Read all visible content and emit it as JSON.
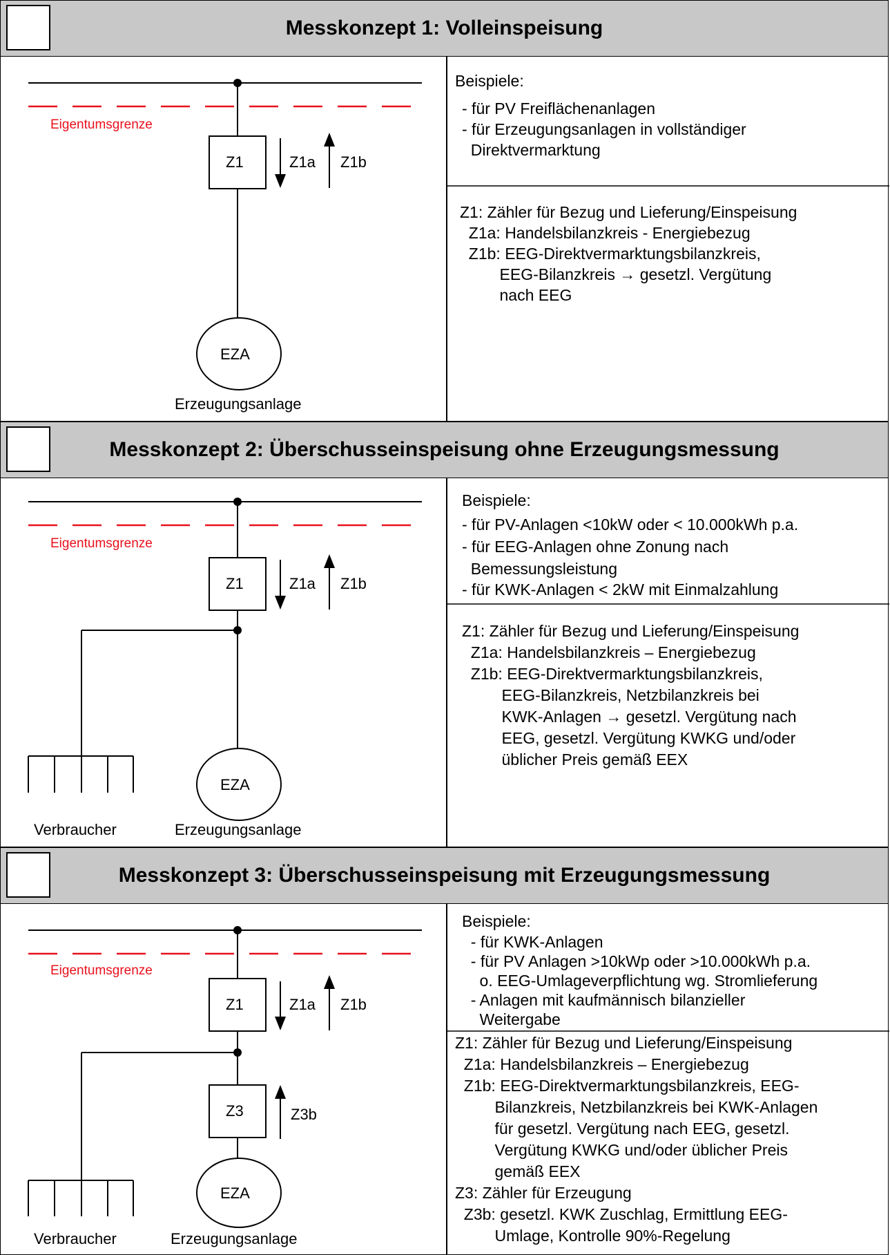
{
  "sections": [
    {
      "title": "Messkonzept 1: Volleinspeisung",
      "eigentumsgrenze": "Eigentumsgrenze",
      "meter": "Z1",
      "arrow_down": "Z1a",
      "arrow_up": "Z1b",
      "ezb": "EZA",
      "ezb_label": "Erzeugungsanlage",
      "examples_heading": "Beispiele:",
      "examples": [
        "- für PV Freiflächenanlagen",
        "- für Erzeugungsanlagen in vollständiger",
        "  Direktvermarktung"
      ],
      "legend": [
        "Z1: Zähler für Bezug und Lieferung/Einspeisung",
        "  Z1a: Handelsbilanzkreis - Energiebezug",
        "  Z1b: EEG-Direktvermarktungsbilanzkreis,",
        "         EEG-Bilanzkreis → gesetzl. Vergütung",
        "         nach EEG"
      ]
    },
    {
      "title": "Messkonzept 2: Überschusseinspeisung ohne Erzeugungsmessung",
      "eigentumsgrenze": "Eigentumsgrenze",
      "meter": "Z1",
      "arrow_down": "Z1a",
      "arrow_up": "Z1b",
      "ezb": "EZA",
      "ezb_label": "Erzeugungsanlage",
      "consumer_label": "Verbraucher",
      "examples_heading": "Beispiele:",
      "examples": [
        "- für PV-Anlagen <10kW oder < 10.000kWh p.a.",
        "- für EEG-Anlagen ohne Zonung nach",
        "  Bemessungsleistung",
        "- für KWK-Anlagen < 2kW mit Einmalzahlung"
      ],
      "legend": [
        "Z1: Zähler für Bezug und Lieferung/Einspeisung",
        "  Z1a: Handelsbilanzkreis – Energiebezug",
        "  Z1b: EEG-Direktvermarktungsbilanzkreis,",
        "         EEG-Bilanzkreis, Netzbilanzkreis bei",
        "         KWK-Anlagen → gesetzl. Vergütung nach",
        "         EEG, gesetzl. Vergütung KWKG und/oder",
        "         üblicher Preis gemäß EEX"
      ]
    },
    {
      "title": "Messkonzept 3: Überschusseinspeisung mit Erzeugungsmessung",
      "eigentumsgrenze": "Eigentumsgrenze",
      "meter": "Z1",
      "arrow_down": "Z1a",
      "arrow_up": "Z1b",
      "meter2": "Z3",
      "arrow_up2": "Z3b",
      "ezb": "EZA",
      "ezb_label": "Erzeugungsanlage",
      "consumer_label": "Verbraucher",
      "examples_heading": "Beispiele:",
      "examples": [
        "  - für KWK-Anlagen",
        "  - für PV Anlagen >10kWp oder >10.000kWh p.a.",
        "    o. EEG-Umlageverpflichtung wg. Stromlieferung",
        "  - Anlagen mit kaufmännisch bilanzieller",
        "    Weitergabe"
      ],
      "legend": [
        "Z1: Zähler für Bezug und Lieferung/Einspeisung",
        "  Z1a: Handelsbilanzkreis – Energiebezug",
        "  Z1b: EEG-Direktvermarktungsbilanzkreis, EEG-",
        "         Bilanzkreis, Netzbilanzkreis bei KWK-Anlagen",
        "         für gesetzl. Vergütung nach EEG, gesetzl.",
        "         Vergütung KWKG und/oder üblicher Preis",
        "         gemäß EEX",
        "Z3: Zähler für Erzeugung",
        "  Z3b: gesetzl. KWK Zuschlag, Ermittlung EEG-",
        "         Umlage, Kontrolle 90%-Regelung"
      ]
    }
  ]
}
